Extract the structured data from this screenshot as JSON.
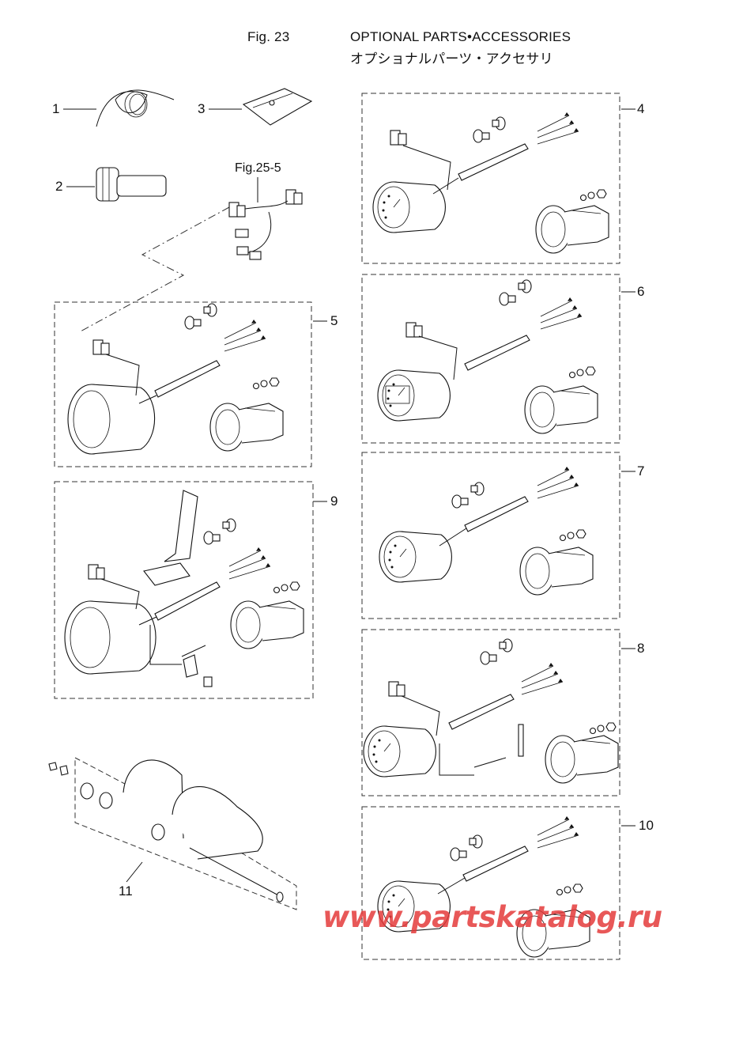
{
  "header": {
    "fig_number": "Fig. 23",
    "title": "OPTIONAL PARTS•ACCESSORIES",
    "title_jp": "オプショナルパーツ・アクセサリ"
  },
  "reference": "Fig.25-5",
  "callouts": [
    "1",
    "2",
    "3",
    "4",
    "5",
    "6",
    "7",
    "8",
    "9",
    "10",
    "11"
  ],
  "watermark": "www.partskatalog.ru",
  "icons": [
    "wire-coil-icon",
    "hose-fitting-icon",
    "pouch-icon",
    "wire-harness-icon",
    "gauge-icon",
    "mounting-bracket-icon",
    "bulb-icon",
    "nut-washer-icon",
    "connector-icon"
  ]
}
